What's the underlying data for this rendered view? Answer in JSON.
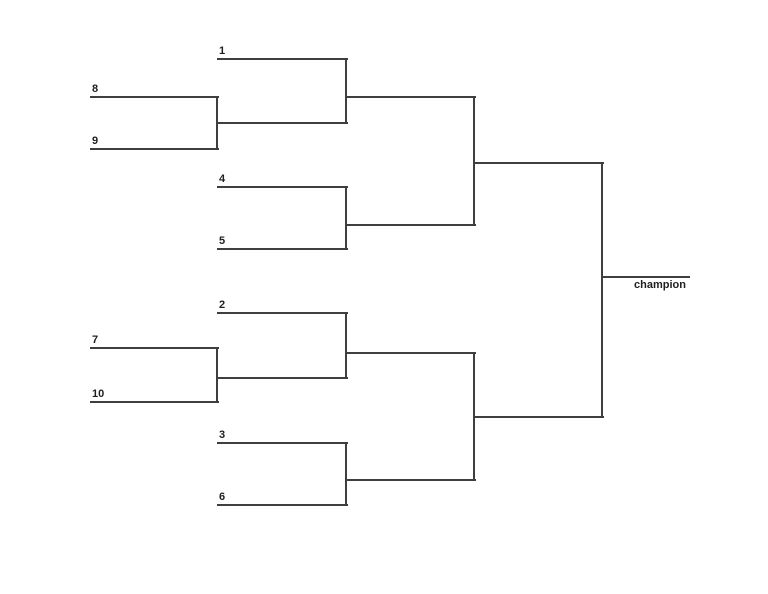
{
  "bracket": {
    "type": "single-elimination",
    "team_count": 10,
    "champion_label": "champion",
    "slots": [
      {
        "id": "seed-1",
        "label": "1"
      },
      {
        "id": "seed-8",
        "label": "8"
      },
      {
        "id": "seed-9",
        "label": "9"
      },
      {
        "id": "seed-4",
        "label": "4"
      },
      {
        "id": "seed-5",
        "label": "5"
      },
      {
        "id": "seed-2",
        "label": "2"
      },
      {
        "id": "seed-7",
        "label": "7"
      },
      {
        "id": "seed-10",
        "label": "10"
      },
      {
        "id": "seed-3",
        "label": "3"
      },
      {
        "id": "seed-6",
        "label": "6"
      }
    ],
    "structure": {
      "play_in_matches": [
        [
          "8",
          "9"
        ],
        [
          "7",
          "10"
        ]
      ],
      "quarterfinal_pairings": [
        [
          "1",
          "winner 8/9"
        ],
        [
          "4",
          "5"
        ],
        [
          "2",
          "winner 7/10"
        ],
        [
          "3",
          "6"
        ]
      ],
      "semifinal_pairings": [
        [
          "winner (1 vs 8/9)",
          "winner (4 vs 5)"
        ],
        [
          "winner (2 vs 7/10)",
          "winner (3 vs 6)"
        ]
      ],
      "final": "top semifinal winner vs bottom semifinal winner"
    },
    "colors": {
      "line": "#3f3f3f",
      "text": "#1f1f1f",
      "background": "#ffffff"
    }
  }
}
